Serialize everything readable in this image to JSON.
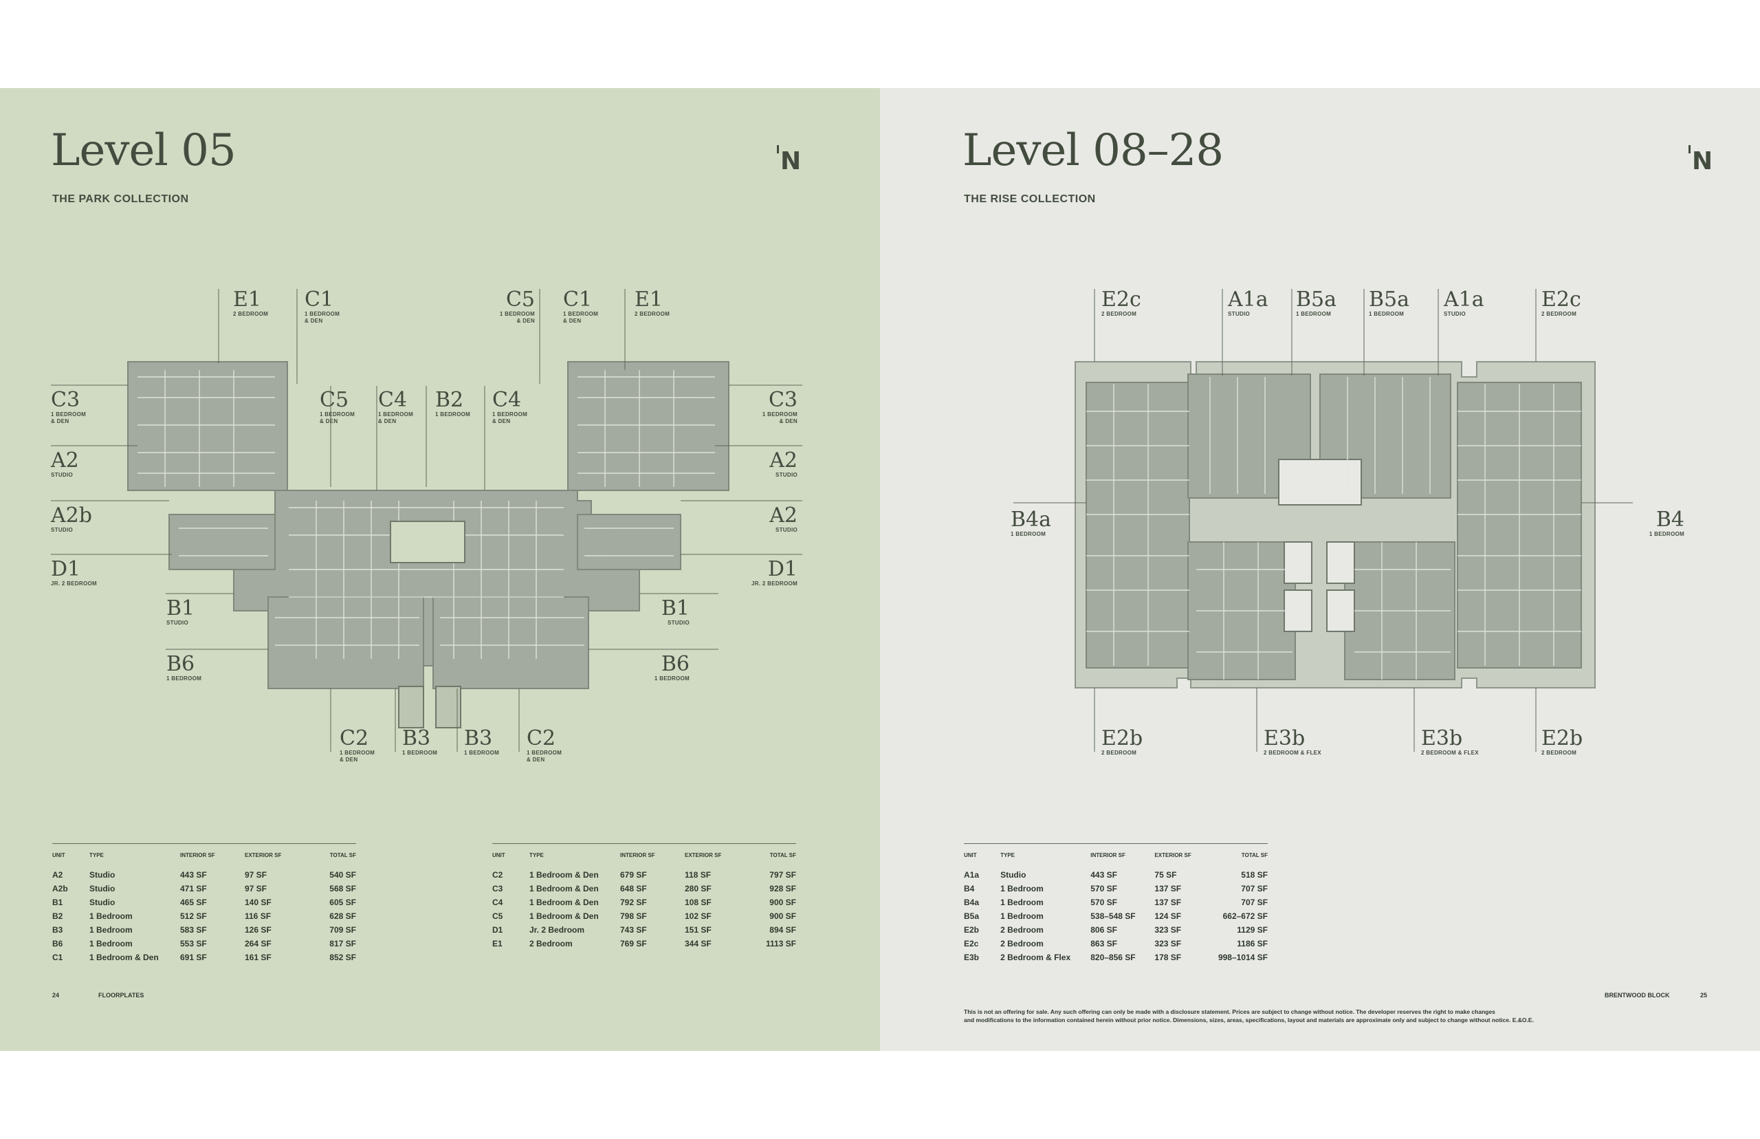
{
  "left": {
    "title": "Level 05",
    "subtitle": "THE PARK COLLECTION",
    "north": "N",
    "labels": [
      {
        "code": "E1",
        "desc": "2 BEDROOM"
      },
      {
        "code": "C1",
        "desc": "1 BEDROOM\n& DEN"
      },
      {
        "code": "C5",
        "desc": "1 BEDROOM\n& DEN"
      },
      {
        "code": "C1",
        "desc": "1 BEDROOM\n& DEN"
      },
      {
        "code": "E1",
        "desc": "2 BEDROOM"
      },
      {
        "code": "C3",
        "desc": "1 BEDROOM\n& DEN"
      },
      {
        "code": "A2",
        "desc": "STUDIO"
      },
      {
        "code": "A2b",
        "desc": "STUDIO"
      },
      {
        "code": "D1",
        "desc": "JR. 2 BEDROOM"
      },
      {
        "code": "B1",
        "desc": "STUDIO"
      },
      {
        "code": "B6",
        "desc": "1 BEDROOM"
      },
      {
        "code": "C5",
        "desc": "1 BEDROOM\n& DEN"
      },
      {
        "code": "C4",
        "desc": "1 BEDROOM\n& DEN"
      },
      {
        "code": "B2",
        "desc": "1 BEDROOM"
      },
      {
        "code": "C4",
        "desc": "1 BEDROOM\n& DEN"
      },
      {
        "code": "C3",
        "desc": "1 BEDROOM\n& DEN"
      },
      {
        "code": "A2",
        "desc": "STUDIO"
      },
      {
        "code": "A2",
        "desc": "STUDIO"
      },
      {
        "code": "D1",
        "desc": "JR. 2 BEDROOM"
      },
      {
        "code": "B1",
        "desc": "STUDIO"
      },
      {
        "code": "B6",
        "desc": "1 BEDROOM"
      },
      {
        "code": "C2",
        "desc": "1 BEDROOM\n& DEN"
      },
      {
        "code": "B3",
        "desc": "1 BEDROOM"
      },
      {
        "code": "B3",
        "desc": "1 BEDROOM"
      },
      {
        "code": "C2",
        "desc": "1 BEDROOM\n& DEN"
      }
    ],
    "headers": [
      "UNIT",
      "TYPE",
      "INTERIOR SF",
      "EXTERIOR SF",
      "TOTAL SF"
    ],
    "table1": [
      [
        "A2",
        "Studio",
        "443 SF",
        "97 SF",
        "540 SF"
      ],
      [
        "A2b",
        "Studio",
        "471 SF",
        "97 SF",
        "568 SF"
      ],
      [
        "B1",
        "Studio",
        "465 SF",
        "140 SF",
        "605 SF"
      ],
      [
        "B2",
        "1 Bedroom",
        "512 SF",
        "116 SF",
        "628 SF"
      ],
      [
        "B3",
        "1 Bedroom",
        "583 SF",
        "126 SF",
        "709 SF"
      ],
      [
        "B6",
        "1 Bedroom",
        "553 SF",
        "264 SF",
        "817 SF"
      ],
      [
        "C1",
        "1 Bedroom & Den",
        "691 SF",
        "161 SF",
        "852 SF"
      ]
    ],
    "table2": [
      [
        "C2",
        "1 Bedroom & Den",
        "679 SF",
        "118 SF",
        "797 SF"
      ],
      [
        "C3",
        "1 Bedroom & Den",
        "648 SF",
        "280 SF",
        "928 SF"
      ],
      [
        "C4",
        "1 Bedroom & Den",
        "792 SF",
        "108 SF",
        "900 SF"
      ],
      [
        "C5",
        "1 Bedroom & Den",
        "798 SF",
        "102 SF",
        "900 SF"
      ],
      [
        "D1",
        "Jr. 2 Bedroom",
        "743 SF",
        "151 SF",
        "894 SF"
      ],
      [
        "E1",
        "2 Bedroom",
        "769 SF",
        "344 SF",
        "1113 SF"
      ]
    ],
    "page_number": "24",
    "section": "FLOORPLATES"
  },
  "right": {
    "title": "Level 08–28",
    "subtitle": "THE RISE COLLECTION",
    "north": "N",
    "labels": [
      {
        "code": "E2c",
        "desc": "2 BEDROOM"
      },
      {
        "code": "A1a",
        "desc": "STUDIO"
      },
      {
        "code": "B5a",
        "desc": "1 BEDROOM"
      },
      {
        "code": "B5a",
        "desc": "1 BEDROOM"
      },
      {
        "code": "A1a",
        "desc": "STUDIO"
      },
      {
        "code": "E2c",
        "desc": "2 BEDROOM"
      },
      {
        "code": "B4a",
        "desc": "1 BEDROOM"
      },
      {
        "code": "B4",
        "desc": "1 BEDROOM"
      },
      {
        "code": "E2b",
        "desc": "2 BEDROOM"
      },
      {
        "code": "E3b",
        "desc": "2 BEDROOM & FLEX"
      },
      {
        "code": "E3b",
        "desc": "2 BEDROOM & FLEX"
      },
      {
        "code": "E2b",
        "desc": "2 BEDROOM"
      }
    ],
    "headers": [
      "UNIT",
      "TYPE",
      "INTERIOR SF",
      "EXTERIOR SF",
      "TOTAL SF"
    ],
    "table1": [
      [
        "A1a",
        "Studio",
        "443 SF",
        "75 SF",
        "518 SF"
      ],
      [
        "B4",
        "1 Bedroom",
        "570 SF",
        "137 SF",
        "707 SF"
      ],
      [
        "B4a",
        "1 Bedroom",
        "570 SF",
        "137 SF",
        "707 SF"
      ],
      [
        "B5a",
        "1 Bedroom",
        "538–548 SF",
        "124 SF",
        "662–672 SF"
      ],
      [
        "E2b",
        "2 Bedroom",
        "806 SF",
        "323 SF",
        "1129 SF"
      ],
      [
        "E2c",
        "2 Bedroom",
        "863 SF",
        "323 SF",
        "1186 SF"
      ],
      [
        "E3b",
        "2 Bedroom & Flex",
        "820–856 SF",
        "178 SF",
        "998–1014 SF"
      ]
    ],
    "disclaimer_line1": "This is not an offering for sale. Any such offering can only be made with a disclosure statement. Prices are subject to change without notice. The developer reserves the right to make changes",
    "disclaimer_line2": "and modifications to the information contained herein without prior notice. Dimensions, sizes, areas, specifications, layout and materials are approximate only and subject to change without notice. E.&O.E.",
    "brand": "BRENTWOOD BLOCK",
    "page_number": "25"
  },
  "colors": {
    "left_bg": "#d1dbc3",
    "right_bg": "#e8e9e5",
    "plan_fill": "#a3aa9f",
    "plan_light": "#c9cec3",
    "text": "#434c3f"
  }
}
